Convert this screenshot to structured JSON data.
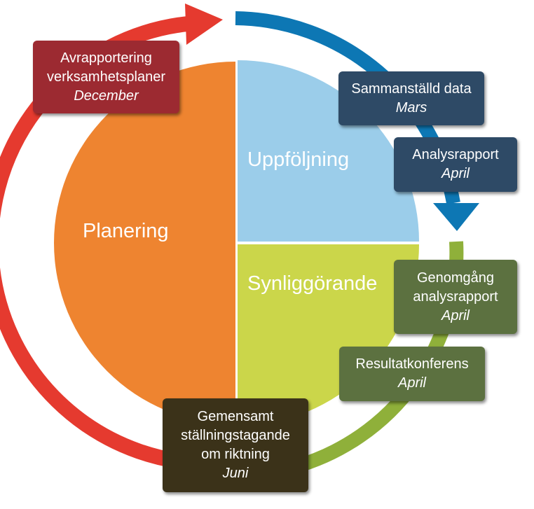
{
  "sectors": {
    "planering": "Planering",
    "uppfoljning": "Uppföljning",
    "synliggorande": "Synliggörande"
  },
  "boxes": {
    "avrapportering": {
      "lines": [
        "Avrapportering",
        "verksamhetsplaner"
      ],
      "month": "December"
    },
    "sammanstalld": {
      "lines": [
        "Sammanställd data"
      ],
      "month": "Mars"
    },
    "analysrapport": {
      "lines": [
        "Analysrapport"
      ],
      "month": "April"
    },
    "genomgang": {
      "lines": [
        "Genomgång",
        "analysrapport"
      ],
      "month": "April"
    },
    "resultatkonferens": {
      "lines": [
        "Resultatkonferens"
      ],
      "month": "April"
    },
    "gemensamt": {
      "lines": [
        "Gemensamt",
        "ställningstagande",
        "om riktning"
      ],
      "month": "Juni"
    }
  },
  "colors": {
    "planering": "#ee8430",
    "uppfoljning": "#9bcdea",
    "synliggorande": "#cbd64a",
    "red_arrow": "#e53a2f",
    "blue_arrow": "#0d77b4",
    "green_arrow": "#8fb03a",
    "box_red": "#9c2a31",
    "box_blue": "#2e4a66",
    "box_green": "#5c7140",
    "box_dark": "#3b3219"
  }
}
